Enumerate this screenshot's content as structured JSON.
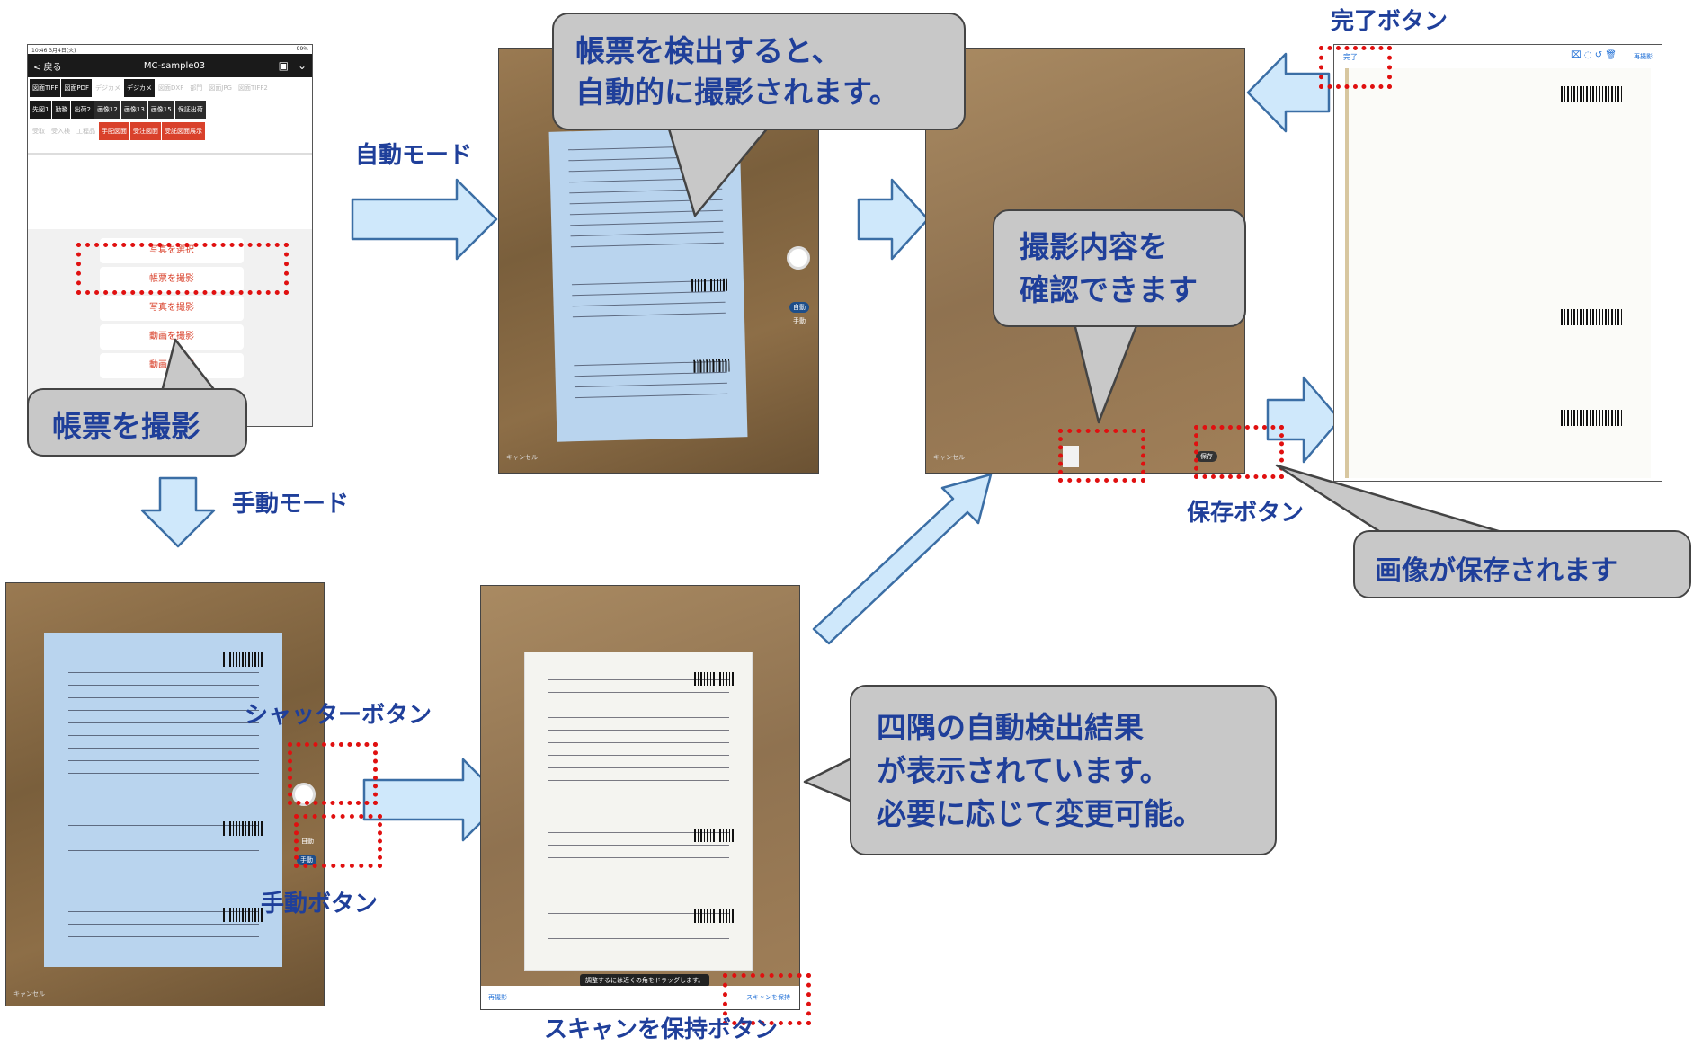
{
  "colors": {
    "arrow_fill": "#cfe8fb",
    "arrow_stroke": "#3b6ea5",
    "callout_bg": "#c8c8c8",
    "text_blue": "#1f3f9a",
    "highlight_red": "#e01010",
    "accent_red": "#d9412b"
  },
  "app": {
    "status_left": "10:46 3月4日(火)",
    "status_right": "99%",
    "back_label": "< 戻る",
    "title": "MC-sample03",
    "camera_icon": "camera-icon",
    "chevron_icon": "chevron-down-icon",
    "tabs_row1": [
      "図面TIFF",
      "図面PDF",
      "デジカメ",
      "デジカメ",
      "図面DXF",
      "部門",
      "図面JPG",
      "図面TIFF2"
    ],
    "tabs_row2": [
      "先図1",
      "勤務",
      "出荷2",
      "画像12",
      "画像13",
      "画像15",
      "保証出荷"
    ],
    "tabs_row3": [
      "受取",
      "受入検",
      "工程品",
      "手配図面",
      "受注図面",
      "受託図面展示"
    ],
    "menu": [
      "写真を選択",
      "帳票を撮影",
      "写真を撮影",
      "動画を撮影",
      "動画を選択"
    ]
  },
  "labels": {
    "auto_mode": "自動モード",
    "manual_mode": "手動モード",
    "done_button": "完了ボタン",
    "save_button": "保存ボタン",
    "shutter_button": "シャッターボタン",
    "manual_button": "手動ボタン",
    "keep_scan_button": "スキャンを保持ボタン"
  },
  "callouts": {
    "capture_form": "帳票を撮影",
    "auto_detect": [
      "帳票を検出すると、",
      "自動的に撮影されます。"
    ],
    "review": [
      "撮影内容を",
      "確認できます"
    ],
    "saved": "画像が保存されます",
    "corners": [
      "四隅の自動検出結果",
      "が表示されています。",
      "必要に応じて変更可能。"
    ]
  },
  "screens": {
    "auto_camera": {
      "mode_auto": "自動",
      "mode_manual": "手動",
      "cancel": "キャンセル"
    },
    "review": {
      "save": "保存",
      "cancel": "キャンセル"
    },
    "result": {
      "done": "完了",
      "retake": "再撮影"
    },
    "manual_camera": {
      "mode_auto": "自動",
      "mode_manual": "手動",
      "cancel": "キャンセル"
    },
    "corner_edit": {
      "hint": "調整するには近くの角をドラッグします。",
      "retake": "再撮影",
      "keep_scan": "スキャンを保持"
    }
  }
}
